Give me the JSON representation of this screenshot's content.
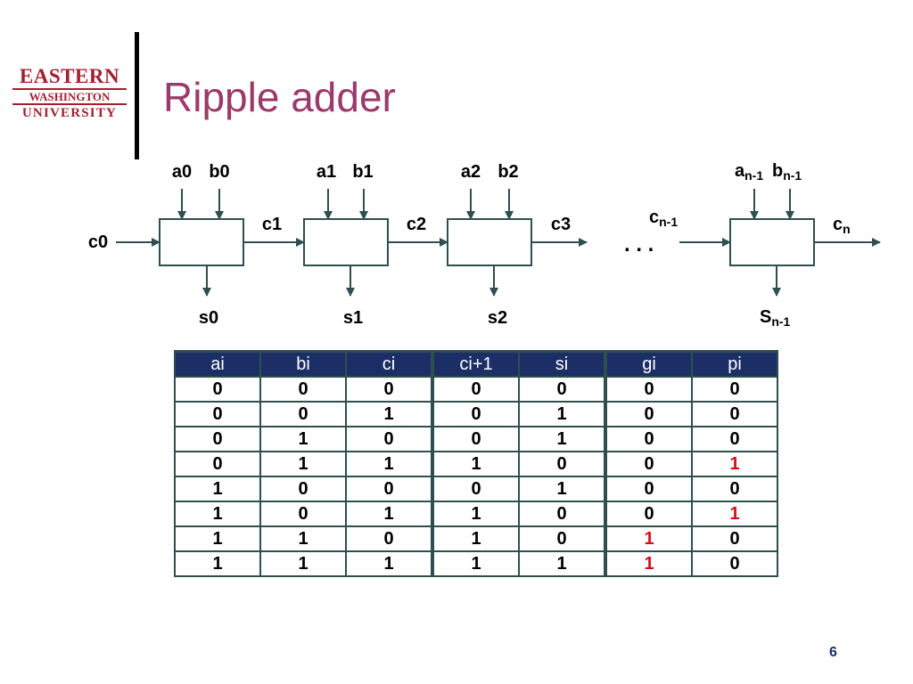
{
  "logo": {
    "line1": "EASTERN",
    "line2": "WASHINGTON",
    "line3": "UNIVERSITY"
  },
  "title": "Ripple adder",
  "diagram": {
    "carry_in": "c0",
    "blocks": [
      {
        "a": "a0",
        "b": "b0",
        "s": "s0",
        "c_out": "c1"
      },
      {
        "a": "a1",
        "b": "b1",
        "s": "s1",
        "c_out": "c2"
      },
      {
        "a": "a2",
        "b": "b2",
        "s": "s2",
        "c_out": "c3"
      },
      {
        "a": "a",
        "a_sub": "n-1",
        "b": "b",
        "b_sub": "n-1",
        "s": "S",
        "s_sub": "n-1",
        "c_in": "c",
        "c_in_sub": "n-1",
        "c_out": "c",
        "c_out_sub": "n"
      }
    ],
    "ellipsis": ". . ."
  },
  "table": {
    "headers": [
      "ai",
      "bi",
      "ci",
      "ci+1",
      "si",
      "gi",
      "pi"
    ],
    "rows": [
      [
        "0",
        "0",
        "0",
        "0",
        "0",
        "0",
        "0"
      ],
      [
        "0",
        "0",
        "1",
        "0",
        "1",
        "0",
        "0"
      ],
      [
        "0",
        "1",
        "0",
        "0",
        "1",
        "0",
        "0"
      ],
      [
        "0",
        "1",
        "1",
        "1",
        "0",
        "0",
        "1"
      ],
      [
        "1",
        "0",
        "0",
        "0",
        "1",
        "0",
        "0"
      ],
      [
        "1",
        "0",
        "1",
        "1",
        "0",
        "0",
        "1"
      ],
      [
        "1",
        "1",
        "0",
        "1",
        "0",
        "1",
        "0"
      ],
      [
        "1",
        "1",
        "1",
        "1",
        "1",
        "1",
        "0"
      ]
    ],
    "highlight_color": "#d0101a"
  },
  "page_number": "6"
}
